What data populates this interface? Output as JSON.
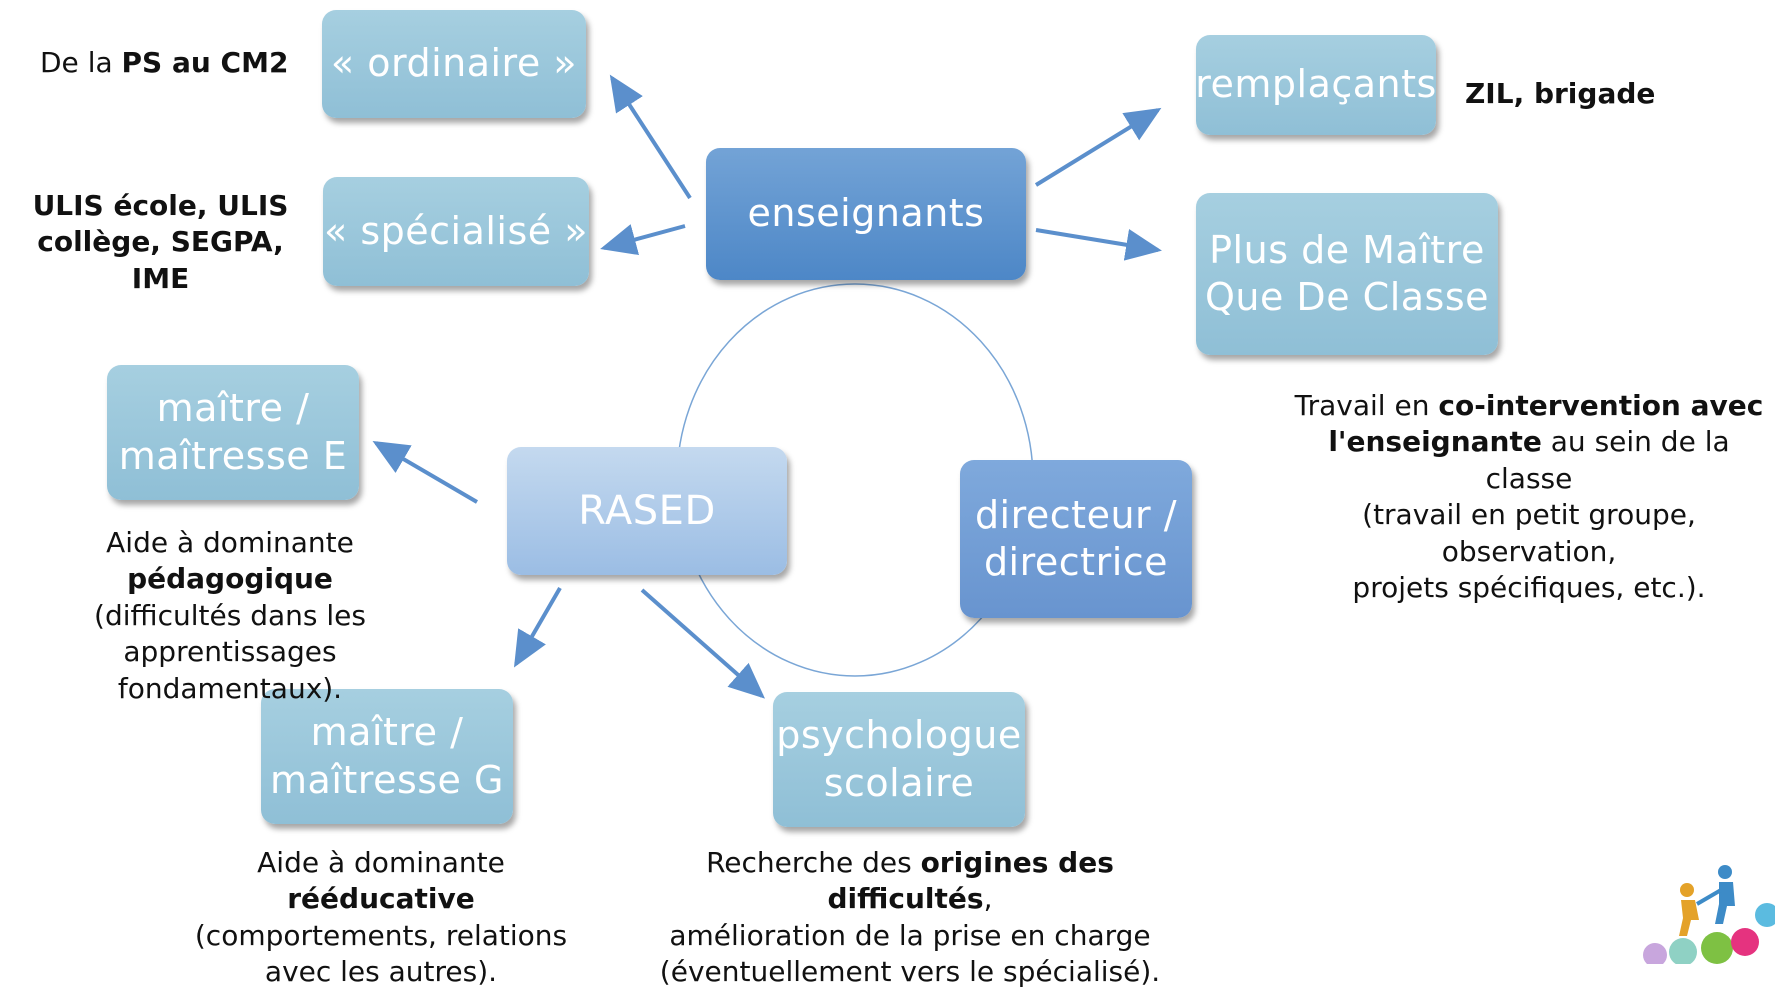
{
  "center": {
    "enseignants": "enseignants",
    "rased": "RASED",
    "directeur": [
      "directeur /",
      "directrice"
    ]
  },
  "left_boxes": {
    "ordinaire": "« ordinaire »",
    "specialise": "« spécialisé »",
    "maitre_e": [
      "maître /",
      "maîtresse E"
    ],
    "maitre_g": [
      "maître /",
      "maîtresse G"
    ]
  },
  "right_boxes": {
    "remplacants": "remplaçants",
    "plus_de_maitre": [
      "Plus de Maître",
      "Que De Classe"
    ]
  },
  "bottom_boxes": {
    "psychologue": [
      "psychologue",
      "scolaire"
    ]
  },
  "notes": {
    "ordinaire": {
      "pre": "De la ",
      "bold": "PS au CM2"
    },
    "specialise": [
      "ULIS école, ULIS",
      "collège, SEGPA, IME"
    ],
    "remplacants": "ZIL, brigade",
    "pmqc": {
      "l1_pre": "Travail en ",
      "l1_bold": "co-intervention avec",
      "l2_bold": "l'enseignante",
      "l2_post": " au sein de la classe",
      "l3": "(travail en petit groupe, observation,",
      "l4": "projets spécifiques, etc.)."
    },
    "maitre_e": {
      "l1_pre": "Aide à dominante ",
      "l1_bold": "pédagogique",
      "l2": "(difficultés dans les",
      "l3": "apprentissages fondamentaux)."
    },
    "maitre_g": {
      "l1_pre": "Aide à dominante ",
      "l1_bold": "rééducative",
      "l2": "(comportements, relations",
      "l3": "avec les autres)."
    },
    "psychologue": {
      "l1_pre": "Recherche des ",
      "l1_bold": "origines des difficultés",
      "l1_post": ",",
      "l2": "amélioration de la prise en charge",
      "l3": "(éventuellement vers le spécialisé)."
    }
  },
  "colors": {
    "arrow": "#5b8fcc",
    "circle": "#7aa6d6",
    "teal_box": "#95c3d8",
    "blue_box": "#5a8fcc"
  },
  "icons": {
    "logo": "people-gears-logo"
  }
}
